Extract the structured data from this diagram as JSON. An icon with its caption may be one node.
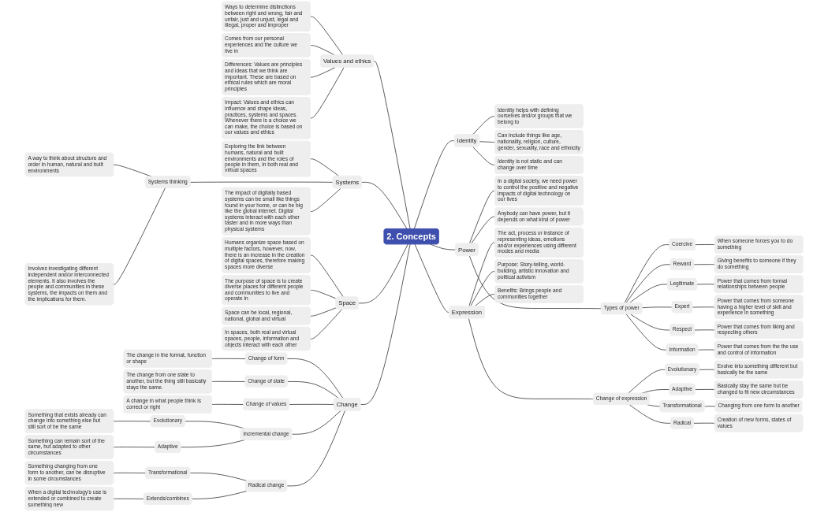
{
  "diagram": {
    "nodes": [
      {
        "text": [
          "2. Concepts"
        ]
      },
      {
        "text": [
          "Values and ethics"
        ]
      },
      {
        "text": [
          "Ways to determine distinctions between right and wrong, fair and unfair, just and unjust, legal and illegal, proper and improper"
        ]
      },
      {
        "text": [
          "Comes from our personal experiences and the culture we live in"
        ]
      },
      {
        "text": [
          "Differences: Values are principles and ideas that we think are important. These are based on ethical rules which are moral principles"
        ]
      },
      {
        "text": [
          "Impact: Values and ethics can influence and shape ideas, practices, systems and spaces. Whenever there is a choice we can make, the choice is based on our values and ethics"
        ]
      },
      {
        "text": [
          "Systems"
        ]
      },
      {
        "text": [
          "Exploring the link between humans, natural and built environments and the roles of people in them, in both real and virtual spaces"
        ]
      },
      {
        "text": [
          "Systems thinking"
        ]
      },
      {
        "text": [
          "A way to think about structure and order in human, natural and built environments"
        ]
      },
      {
        "text": [
          "Involves investigating different independent and/or interconnected elements. It also involves the people and communities in these systems, the impacts on them and the implications for them."
        ]
      },
      {
        "text": [
          "The impact of digitally based systems can be small like things found in your home, or can be big like the global internet. Digital systems interact with each other faster and in more ways than physical systems"
        ]
      },
      {
        "text": [
          "Space"
        ]
      },
      {
        "text": [
          "Humans organize space based on multiple factors, however, now, there is an increase in the creation of digital spaces, therefore making spaces more diverse"
        ]
      },
      {
        "text": [
          "The purpose of space is to create diverse places for different people and communities to live and operate in"
        ]
      },
      {
        "text": [
          "Space can be local, regional, national, global and virtual"
        ]
      },
      {
        "text": [
          "In spaces, both real and virtual spaces, people, information and objects interact with each other"
        ]
      },
      {
        "text": [
          "Change"
        ]
      },
      {
        "text": [
          "Change of form"
        ]
      },
      {
        "text": [
          "The change in the format, function or shape"
        ]
      },
      {
        "text": [
          "Change of state"
        ]
      },
      {
        "text": [
          "The change from one state to another, but the thing still basically stays the same."
        ]
      },
      {
        "text": [
          "Change of values"
        ]
      },
      {
        "text": [
          "A change in what people think is correct or right"
        ]
      },
      {
        "text": [
          "Incremental change"
        ]
      },
      {
        "text": [
          "Evolutionary"
        ]
      },
      {
        "text": [
          "Something that exists already can change into something else but still sort of be the same"
        ]
      },
      {
        "text": [
          "Adaptive"
        ]
      },
      {
        "text": [
          "Something can remain sort of the same, but adapted to other circumstances"
        ]
      },
      {
        "text": [
          "Radical change"
        ]
      },
      {
        "text": [
          "Transformational"
        ]
      },
      {
        "text": [
          "Something changing from one form to another, can be disruptive in some circumstances"
        ]
      },
      {
        "text": [
          "Extends/combines"
        ]
      },
      {
        "text": [
          "When a digital technology's use is extended or combined to create something new"
        ]
      },
      {
        "text": [
          "Identity"
        ]
      },
      {
        "text": [
          "Identity helps with defining ourselves and/or groups that we belong to"
        ]
      },
      {
        "text": [
          "Can include things like age, nationality, religion, culture, gender, sexuality, race and ethnicity"
        ]
      },
      {
        "text": [
          "Identity is not static and can change over time"
        ]
      },
      {
        "text": [
          "Power"
        ]
      },
      {
        "text": [
          "In a digital society, we need power to control the positive and negative impacts of digital technology on our lives"
        ]
      },
      {
        "text": [
          "Types of power"
        ]
      },
      {
        "text": [
          "Coercive"
        ]
      },
      {
        "text": [
          "When someone forces you to do something"
        ]
      },
      {
        "text": [
          "Reward"
        ]
      },
      {
        "text": [
          "Giving benefits to someone if they do something"
        ]
      },
      {
        "text": [
          "Legitimate"
        ]
      },
      {
        "text": [
          "Power that comes from formal relationships between people"
        ]
      },
      {
        "text": [
          "Expert"
        ]
      },
      {
        "text": [
          "Power that comes from someone having a higher level of skill and experience in something"
        ]
      },
      {
        "text": [
          "Respect"
        ]
      },
      {
        "text": [
          "Power that comes from liking and respecting others"
        ]
      },
      {
        "text": [
          "Information"
        ]
      },
      {
        "text": [
          "Power that comes from the the use and control of information"
        ]
      },
      {
        "text": [
          "Anybody can have power, but it depends on what kind of power"
        ]
      },
      {
        "text": [
          "Expression"
        ]
      },
      {
        "text": [
          "The act, process or instance of representing ideas, emotions and/or experiences using different modes and media"
        ]
      },
      {
        "text": [
          "Purpose: Story-telling, world-building, artistic innovation and political activism"
        ]
      },
      {
        "text": [
          "Benefits: Brings people and communities together"
        ]
      },
      {
        "text": [
          "Change of expression"
        ]
      },
      {
        "text": [
          "Evolutionary"
        ]
      },
      {
        "text": [
          "Evolve into something different but basically be the same"
        ]
      },
      {
        "text": [
          "Adaptive"
        ]
      },
      {
        "text": [
          "Basically stay the same but be changed to fit new circumstances"
        ]
      },
      {
        "text": [
          "Transformational"
        ]
      },
      {
        "text": [
          "Changing from one form to another"
        ]
      },
      {
        "text": [
          "Radical"
        ]
      },
      {
        "text": [
          "Creation of new forms, states of values"
        ]
      }
    ],
    "edges": [
      {
        "from": 1,
        "to": 0,
        "arrow": "none"
      },
      {
        "from": 2,
        "to": 1,
        "arrow": "none"
      },
      {
        "from": 3,
        "to": 1,
        "arrow": "none"
      },
      {
        "from": 4,
        "to": 1,
        "arrow": "none"
      },
      {
        "from": 5,
        "to": 1,
        "arrow": "none"
      },
      {
        "from": 6,
        "to": 0,
        "arrow": "none"
      },
      {
        "from": 7,
        "to": 6,
        "arrow": "none"
      },
      {
        "from": 8,
        "to": 6,
        "arrow": "none"
      },
      {
        "from": 9,
        "to": 8,
        "arrow": "none"
      },
      {
        "from": 10,
        "to": 8,
        "arrow": "none"
      },
      {
        "from": 11,
        "to": 6,
        "arrow": "none"
      },
      {
        "from": 12,
        "to": 0,
        "arrow": "none"
      },
      {
        "from": 13,
        "to": 12,
        "arrow": "none"
      },
      {
        "from": 14,
        "to": 12,
        "arrow": "none"
      },
      {
        "from": 15,
        "to": 12,
        "arrow": "none"
      },
      {
        "from": 16,
        "to": 12,
        "arrow": "none"
      },
      {
        "from": 17,
        "to": 0,
        "arrow": "none"
      },
      {
        "from": 18,
        "to": 17,
        "arrow": "none"
      },
      {
        "from": 19,
        "to": 18,
        "arrow": "none"
      },
      {
        "from": 20,
        "to": 17,
        "arrow": "none"
      },
      {
        "from": 21,
        "to": 20,
        "arrow": "none"
      },
      {
        "from": 22,
        "to": 17,
        "arrow": "none"
      },
      {
        "from": 23,
        "to": 22,
        "arrow": "none"
      },
      {
        "from": 24,
        "to": 17,
        "arrow": "none"
      },
      {
        "from": 25,
        "to": 24,
        "arrow": "none"
      },
      {
        "from": 26,
        "to": 25,
        "arrow": "none"
      },
      {
        "from": 27,
        "to": 24,
        "arrow": "none"
      },
      {
        "from": 28,
        "to": 27,
        "arrow": "none"
      },
      {
        "from": 29,
        "to": 17,
        "arrow": "none"
      },
      {
        "from": 30,
        "to": 29,
        "arrow": "none"
      },
      {
        "from": 31,
        "to": 30,
        "arrow": "none"
      },
      {
        "from": 32,
        "to": 29,
        "arrow": "none"
      },
      {
        "from": 33,
        "to": 32,
        "arrow": "none"
      },
      {
        "from": 0,
        "to": 34,
        "arrow": "none"
      },
      {
        "from": 34,
        "to": 35,
        "arrow": "none"
      },
      {
        "from": 34,
        "to": 36,
        "arrow": "none"
      },
      {
        "from": 34,
        "to": 37,
        "arrow": "none"
      },
      {
        "from": 0,
        "to": 38,
        "arrow": "none"
      },
      {
        "from": 38,
        "to": 39,
        "arrow": "none"
      },
      {
        "from": 38,
        "to": 40,
        "arrow": "none"
      },
      {
        "from": 40,
        "to": 41,
        "arrow": "none"
      },
      {
        "from": 41,
        "to": 42,
        "arrow": "none"
      },
      {
        "from": 40,
        "to": 43,
        "arrow": "none"
      },
      {
        "from": 43,
        "to": 44,
        "arrow": "none"
      },
      {
        "from": 40,
        "to": 45,
        "arrow": "none"
      },
      {
        "from": 45,
        "to": 46,
        "arrow": "none"
      },
      {
        "from": 40,
        "to": 47,
        "arrow": "none"
      },
      {
        "from": 47,
        "to": 48,
        "arrow": "none"
      },
      {
        "from": 40,
        "to": 49,
        "arrow": "none"
      },
      {
        "from": 49,
        "to": 50,
        "arrow": "none"
      },
      {
        "from": 40,
        "to": 51,
        "arrow": "none"
      },
      {
        "from": 51,
        "to": 52,
        "arrow": "none"
      },
      {
        "from": 38,
        "to": 53,
        "arrow": "none"
      },
      {
        "from": 0,
        "to": 54,
        "arrow": "none"
      },
      {
        "from": 54,
        "to": 55,
        "arrow": "none"
      },
      {
        "from": 54,
        "to": 56,
        "arrow": "none"
      },
      {
        "from": 54,
        "to": 57,
        "arrow": "none"
      },
      {
        "from": 54,
        "to": 58,
        "arrow": "none"
      },
      {
        "from": 58,
        "to": 59,
        "arrow": "none"
      },
      {
        "from": 59,
        "to": 60,
        "arrow": "none"
      },
      {
        "from": 58,
        "to": 61,
        "arrow": "none"
      },
      {
        "from": 61,
        "to": 62,
        "arrow": "none"
      },
      {
        "from": 58,
        "to": 63,
        "arrow": "none"
      },
      {
        "from": 63,
        "to": 64,
        "arrow": "none"
      },
      {
        "from": 58,
        "to": 65,
        "arrow": "none"
      },
      {
        "from": 65,
        "to": 66,
        "arrow": "none"
      }
    ]
  }
}
